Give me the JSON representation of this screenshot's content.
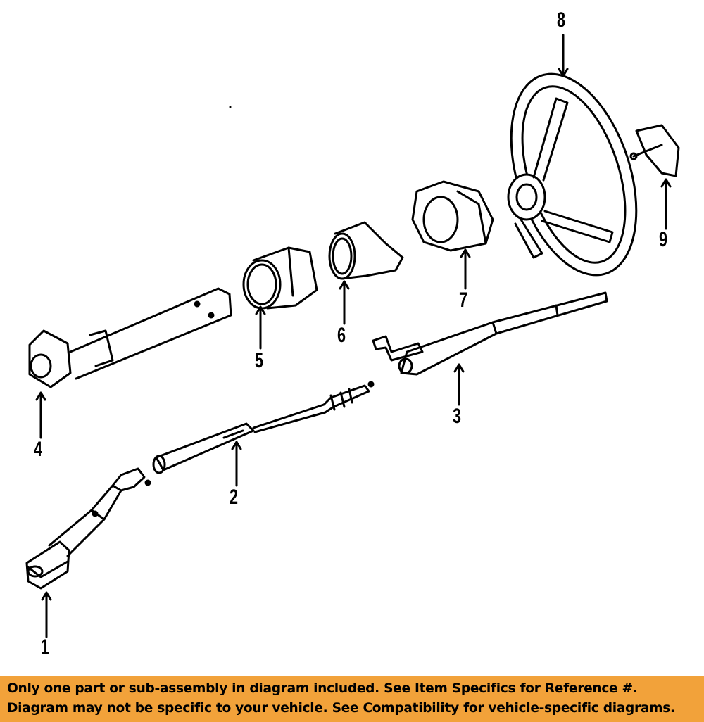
{
  "diagram": {
    "callouts": [
      {
        "id": "1",
        "label": "1"
      },
      {
        "id": "2",
        "label": "2"
      },
      {
        "id": "3",
        "label": "3"
      },
      {
        "id": "4",
        "label": "4"
      },
      {
        "id": "5",
        "label": "5"
      },
      {
        "id": "6",
        "label": "6"
      },
      {
        "id": "7",
        "label": "7"
      },
      {
        "id": "8",
        "label": "8"
      },
      {
        "id": "9",
        "label": "9"
      }
    ]
  },
  "banner": {
    "line1": "Only one part or sub-assembly in diagram included. See Item Specifics for Reference #.",
    "line2": "Diagram may not be specific to your vehicle. See Compatibility for vehicle-specific diagrams."
  },
  "colors": {
    "banner_bg": "#f2a23a",
    "line": "#000000"
  }
}
